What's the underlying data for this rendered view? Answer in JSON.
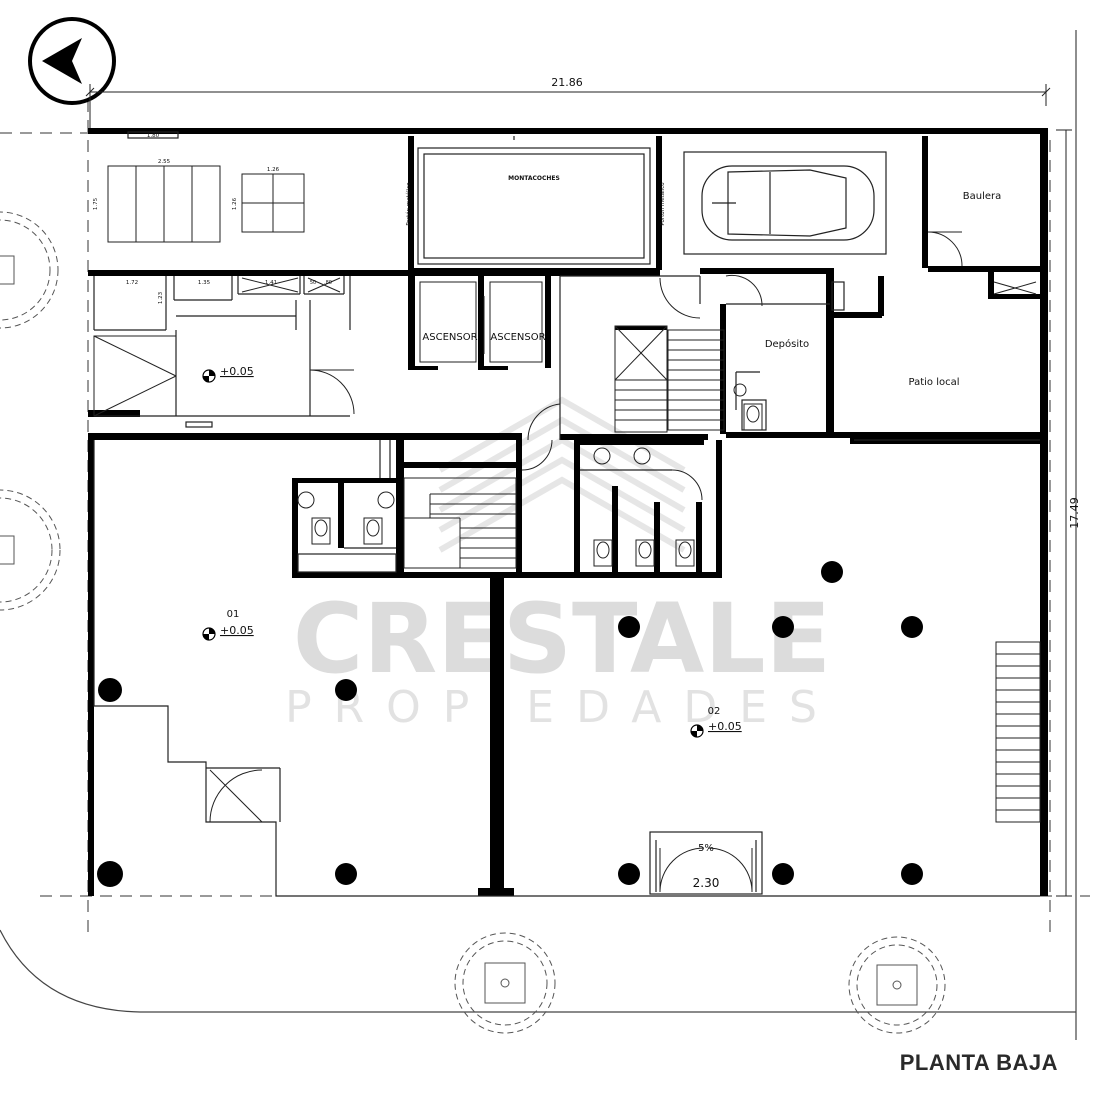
{
  "title": "PLANTA BAJA",
  "watermark": {
    "brand": "CRESTALE",
    "tagline": "PROPIEDADES"
  },
  "north_arrow": {
    "icon": "north-arrow-icon"
  },
  "dimensions": {
    "overall_width": "21.86",
    "overall_depth": "17.49",
    "storage_top": "1.80",
    "bike_rack_width": "2.55",
    "bike_rack_depth": "1.75",
    "small_rack_width": "1.26",
    "small_rack_depth": "1.26",
    "locker_1": "1.72",
    "locker_2": "1.35",
    "locker_3": "1.41",
    "locker_4": "50",
    "locker_5": ".80",
    "locker_depth": "1.23",
    "entrance_width": "2.30"
  },
  "rooms": {
    "car_lift": "MONTACOCHES",
    "gate_left": "Portón metálico",
    "gate_right": "Portón metálico",
    "elevator_1": "ASCENSOR",
    "elevator_2": "ASCENSOR",
    "storage": "Baulera",
    "deposit": "Depósito",
    "patio": "Patio local",
    "unit_1": "01",
    "unit_2": "02"
  },
  "levels": {
    "hall": "+0.05",
    "unit_1": "+0.05",
    "unit_2": "+0.05"
  },
  "ramp_slope": "5%",
  "colors": {
    "wall": "#000000",
    "line": "#1a1a1a",
    "watermark": "#cccccc",
    "title": "#2a2a2a"
  }
}
